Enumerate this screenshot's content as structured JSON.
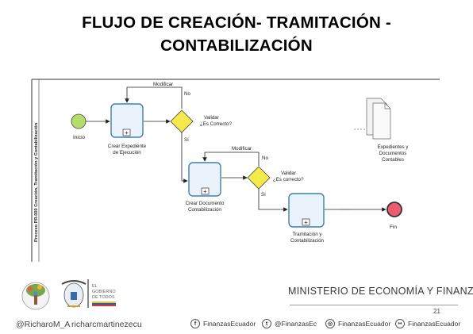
{
  "slide": {
    "title_line1": "FLUJO DE CREACIÓN- TRAMITACIÓN -",
    "title_line2": "CONTABILIZACIÓN",
    "page_number": "21"
  },
  "diagram": {
    "pool_label": "Proceso PR-000 Creación, Tramitación y Contabilización",
    "start_event": "Inicio",
    "task_create_file": [
      "Crear Expediente",
      "de Ejecución"
    ],
    "gateway_validate": [
      "Validar",
      "¿Es Correcto?"
    ],
    "flow_modify_top": "Modificar",
    "flow_no_top": "No",
    "flow_yes_top": "Sí",
    "task_create_accounting_doc": [
      "Crear Documento",
      "Contabilización"
    ],
    "flow_modify_mid": "Modificar",
    "flow_no_mid": "No",
    "gateway_validate2": [
      "Validar",
      "¿Es correcto?"
    ],
    "flow_yes_mid": "Sí",
    "task_process": [
      "Tramitación y",
      "Contabilización"
    ],
    "end_event": "Fin",
    "data_object": [
      "Expedientes y",
      "Documentos",
      "Contables"
    ]
  },
  "footer": {
    "ministry": "MINISTERIO DE ECONOMÍA Y FINANZAS",
    "handle1": "@RicharoM_A",
    "handle2": "richarcmartinezecu",
    "social": [
      {
        "icon": "facebook-icon",
        "glyph": "f",
        "text": "FinanzasEcuador"
      },
      {
        "icon": "twitter-icon",
        "glyph": "t",
        "text": "@FinanzasEc"
      },
      {
        "icon": "instagram-icon",
        "glyph": "◎",
        "text": "FinanzasEcuador"
      },
      {
        "icon": "flickr-icon",
        "glyph": "••",
        "text": "FinanzasEcuador"
      }
    ],
    "logo_text": [
      "EL",
      "GOBIERNO",
      "DE TODOS"
    ]
  },
  "colors": {
    "start_fill": "#b5dd6a",
    "end_fill": "#ee5b6c",
    "gateway_fill": "#f5e94b",
    "task_fill": "#eaf2fb",
    "task_border": "#3f7fb0"
  }
}
